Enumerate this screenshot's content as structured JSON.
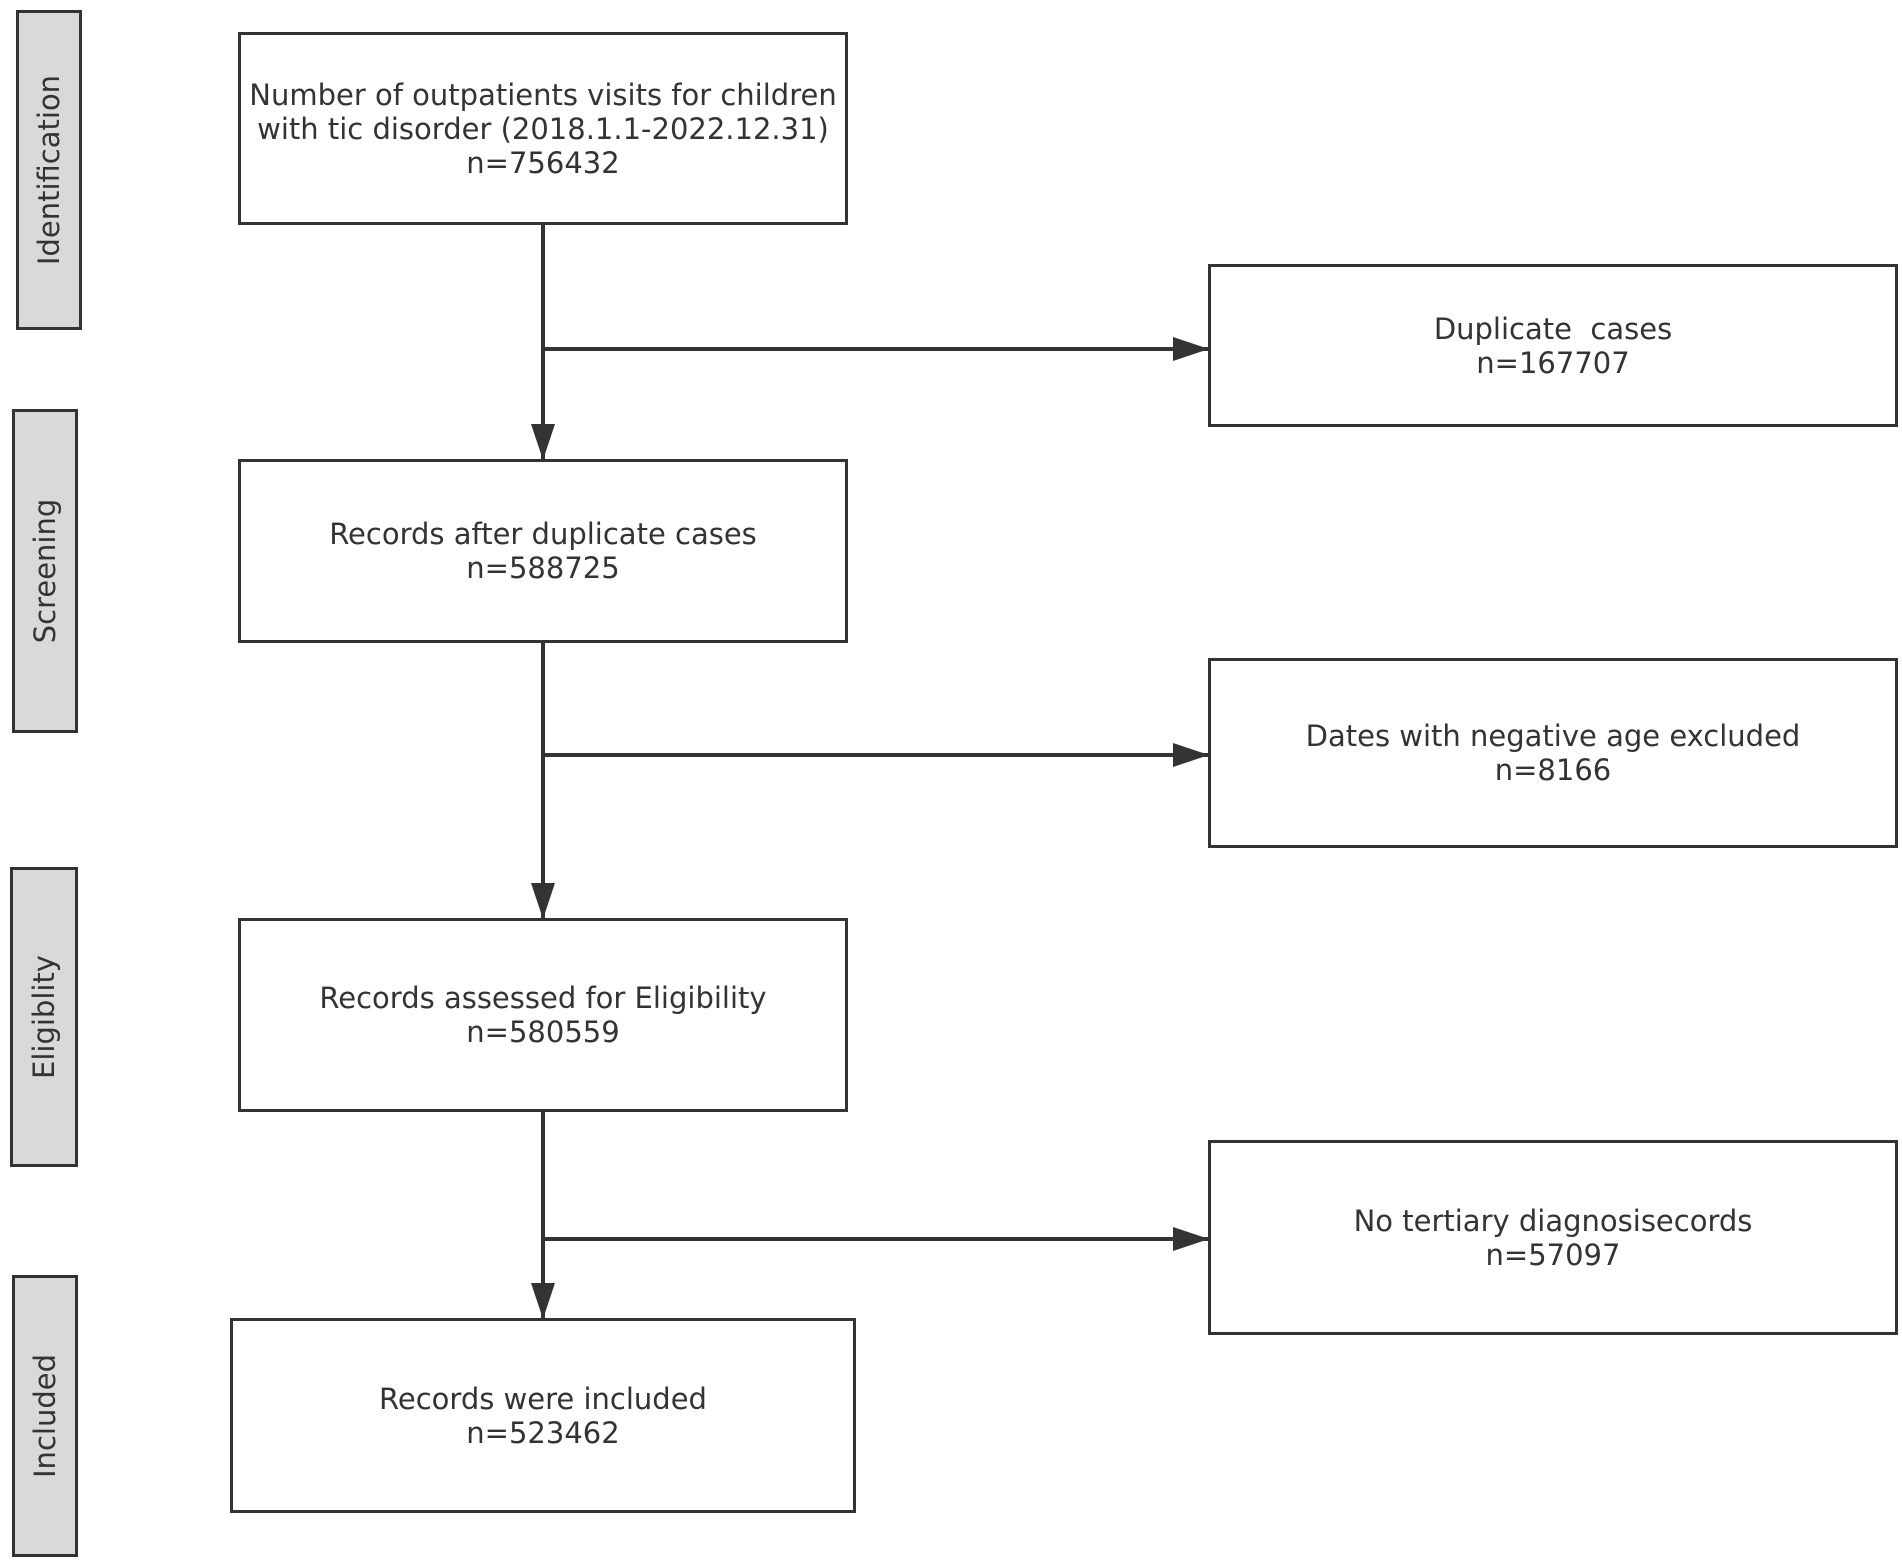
{
  "stages": [
    {
      "id": "identification",
      "label": "Identification"
    },
    {
      "id": "screening",
      "label": "Screening"
    },
    {
      "id": "eligibility",
      "label": "Eligiblity"
    },
    {
      "id": "included",
      "label": "Included"
    }
  ],
  "main_boxes": [
    {
      "id": "outpatient-visits",
      "lines": [
        "Number of outpatients visits for children",
        "with tic disorder (2018.1.1-2022.12.31)"
      ],
      "count": "n=756432"
    },
    {
      "id": "after-duplicates",
      "lines": [
        "Records after duplicate cases"
      ],
      "count": "n=588725"
    },
    {
      "id": "assessed-eligibility",
      "lines": [
        "Records assessed for Eligibility"
      ],
      "count": "n=580559"
    },
    {
      "id": "included-records",
      "lines": [
        "Records were included"
      ],
      "count": "n=523462"
    }
  ],
  "exclusion_boxes": [
    {
      "id": "duplicate-cases",
      "lines": [
        "Duplicate  cases"
      ],
      "count": "n=167707"
    },
    {
      "id": "negative-age",
      "lines": [
        "Dates with negative age excluded"
      ],
      "count": "n=8166"
    },
    {
      "id": "no-tertiary-diagnosis",
      "lines": [
        "No tertiary diagnosisecords"
      ],
      "count": "n=57097"
    }
  ],
  "colors": {
    "stroke": "#333333",
    "stage_fill": "#d9d9d9",
    "box_fill": "#ffffff"
  }
}
